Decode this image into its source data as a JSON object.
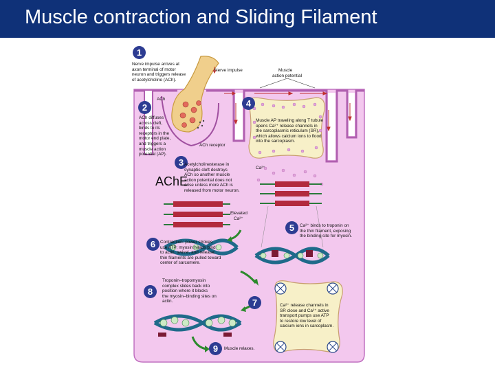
{
  "title": "Muscle contraction and Sliding Filament",
  "diagram": {
    "labels": {
      "nerve_impulse": "Nerve impulse",
      "muscle_ap_1": "Muscle",
      "muscle_ap_2": "action potential",
      "ach": "ACh",
      "ach_receptor": "ACh receptor",
      "ca_top": "Ca²⁺",
      "elevated_1": "Elevated",
      "elevated_2": "Ca²⁺",
      "ache": "AChE"
    },
    "steps": [
      {
        "number": "1",
        "lines": [
          "Nerve impulse arrives at",
          "axon terminal of motor",
          "neuron and triggers release",
          "of acetylcholine (ACh)."
        ]
      },
      {
        "number": "2",
        "lines": [
          "ACh diffuses",
          "across cleft,",
          "binds to its",
          "receptors in the",
          "motor end plate,",
          "and triggers a",
          "muscle action",
          "potential (AP)."
        ]
      },
      {
        "number": "3",
        "lines": [
          "Acetylcholinesterase in",
          "synaptic cleft destroys",
          "ACh so another muscle",
          "action potential does not",
          "arise unless more ACh is",
          "released from motor neuron."
        ]
      },
      {
        "number": "4",
        "lines": [
          "Muscle AP traveling along T tubule",
          "opens Ca²⁺ release channels in",
          "the sarcoplasmic reticulum (SR),",
          "which allows calcium ions to flood",
          "into the sarcoplasm."
        ]
      },
      {
        "number": "5",
        "lines": [
          "Ca²⁺ binds to troponin on",
          "the thin filament, exposing",
          "the binding site for myosin."
        ]
      },
      {
        "number": "6",
        "lines": [
          "Contraction: power strokes",
          "use ATP; myosin heads bind",
          "to actin, swivel, and release;",
          "thin filaments are pulled toward",
          "center of sarcomere."
        ]
      },
      {
        "number": "7",
        "lines": [
          "Ca²⁺ release channels in",
          "SR close and Ca²⁺ active",
          "transport pumps use ATP",
          "to restore low level of",
          "calcium ions in sarcoplasm."
        ]
      },
      {
        "number": "8",
        "lines": [
          "Troponin–tropomyosin",
          "complex slides back into",
          "position where it blocks",
          "the myosin–binding sites on",
          "actin."
        ]
      },
      {
        "number": "9",
        "lines": [
          "Muscle relaxes."
        ]
      }
    ]
  }
}
